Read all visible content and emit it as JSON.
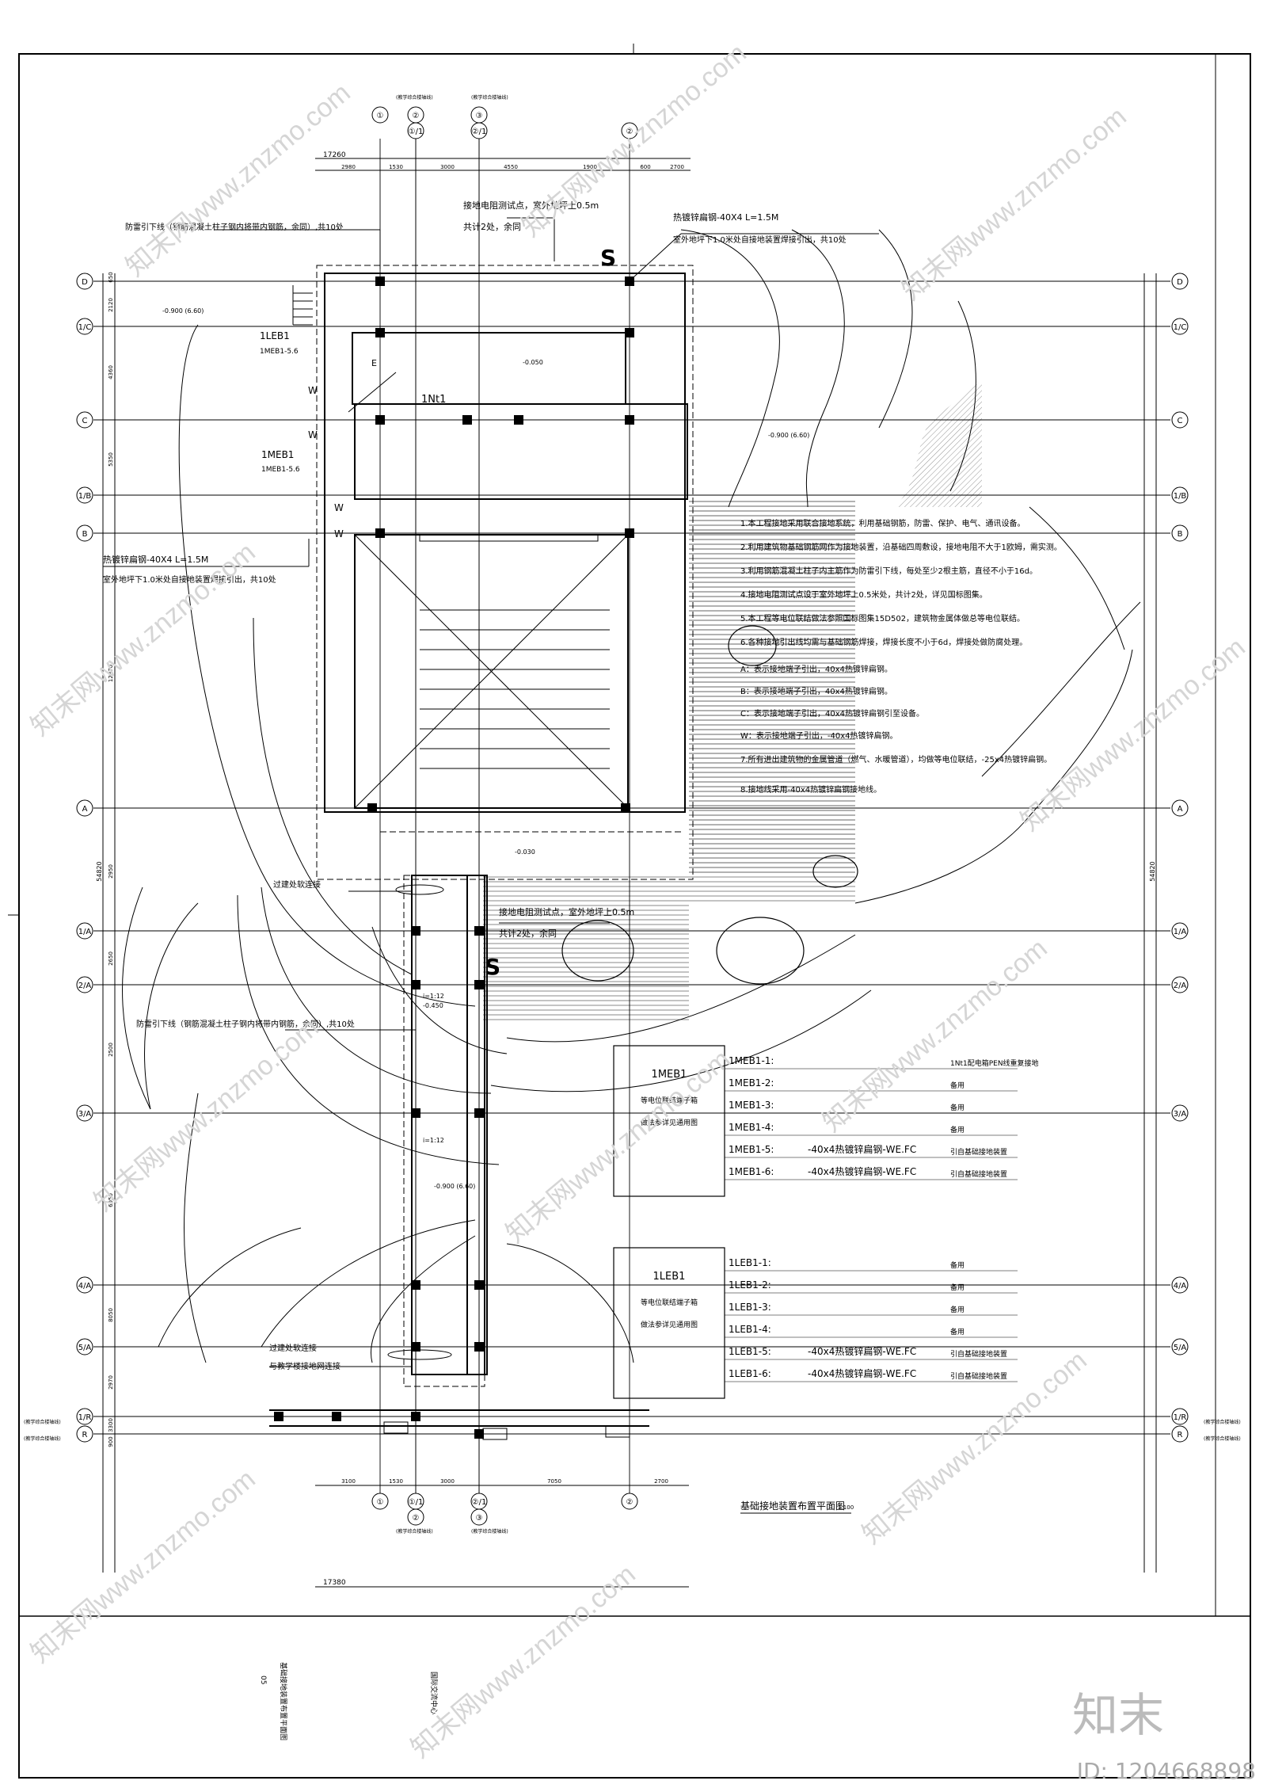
{
  "drawing_title": "基础接地装置布置平面图",
  "scale": "1:100",
  "project_name": "国际交流中心",
  "sheet_title_block": "基础接地装置布置平面图",
  "sheet_no": "05",
  "grid_top": [
    "①",
    "②",
    "①/1",
    "③",
    "②/1",
    "②"
  ],
  "grid_bottom": [
    "①",
    "②",
    "①/1",
    "③",
    "②/1",
    "②"
  ],
  "grid_rows": [
    "D",
    "1/C",
    "C",
    "1/B",
    "B",
    "A",
    "1/A",
    "2/A",
    "3/A",
    "4/A",
    "5/A",
    "1/R",
    "R"
  ],
  "dims_top": [
    "17260",
    "2980",
    "1530",
    "3000",
    "4550",
    "1900",
    "600",
    "2700"
  ],
  "dims_bottom": [
    "17380",
    "3100",
    "1530",
    "3000",
    "7050",
    "2700"
  ],
  "dims_left": [
    "650",
    "2120",
    "4360",
    "5350",
    "12870",
    "2950",
    "2650",
    "2500",
    "6050",
    "8050",
    "2970",
    "3300",
    "900"
  ],
  "dims_right_total": "54820",
  "ref_bldg": "(教学综合楼轴线)",
  "labels": {
    "downlead1": "防雷引下线（钢筋混凝土柱子钢内将带内钢筋，余同）,共10处",
    "test_point_top": "接地电阻测试点，室外地坪上0.5m",
    "test_point_top_2": "共计2处，余同",
    "steel_flat_top": "热镀锌扁钢-40X4 L=1.5M",
    "steel_flat_top_2": "室外地坪下1.0米处自接地装置焊接引出，共10处",
    "steel_flat_left": "热镀锌扁钢-40X4 L=1.5M",
    "steel_flat_left_2": "室外地坪下1.0米处自接地装置焊接引出，共10处",
    "expansion_joint": "过建处软连接",
    "downlead2": "防雷引下线（钢筋混凝土柱子钢内将带内钢筋，余同）,共10处",
    "test_point_mid": "接地电阻测试点，室外地坪上0.5m",
    "test_point_mid_2": "共计2处，余同",
    "exp_joint2": "过建处软连接",
    "exp_joint2_b": "与教学楼接地网连接",
    "leb": "1LEB1",
    "leb_sub": "1MEB1-5.6",
    "meb": "1MEB1",
    "meb_sub": "1MEB1-5.6",
    "nt": "1Nt1",
    "s_mark": "S",
    "w_mark": "W",
    "e_mark": "E",
    "elev1": "-0.900 (6.60)",
    "elev2": "-0.050",
    "elev3": "-0.030",
    "elev4": "-0.450",
    "slope1": "i=1:12",
    "slope2": "i=1:12",
    "elev5": "-0.900 (6.60)",
    "elev6": "-0.900 (6.60)"
  },
  "notes": [
    "1.本工程接地采用联合接地系统，利用基础钢筋，防雷、保护、电气、通讯设备。",
    "2.利用建筑物基础钢筋网作为接地装置，沿基础四周敷设，接地电阻不大于1欧姆，需实测。",
    "3.利用钢筋混凝土柱子内主筋作为防雷引下线，每处至少2根主筋，直径不小于16d。",
    "4.接地电阻测试点设于室外地坪上0.5米处，共计2处，详见国标图集。",
    "5.本工程等电位联结做法参照国标图集15D502，建筑物金属体做总等电位联结。",
    "6.各种接地引出线均需与基础钢筋焊接，焊接长度不小于6d，焊接处做防腐处理。",
    "A：表示接地端子引出，40x4热镀锌扁钢。",
    "B：表示接地端子引出，40x4热镀锌扁钢。",
    "C：表示接地端子引出，40x4热镀锌扁钢引至设备。",
    "W：表示接地端子引出，-40x4热镀锌扁钢。",
    "7.所有进出建筑物的金属管道（燃气、水暖管道），均做等电位联结，-25x4热镀锌扁钢。",
    "8.接地线采用-40x4热镀锌扁钢接地线。"
  ],
  "meb_box": {
    "title": "1MEB1",
    "sub1": "等电位联结端子箱",
    "sub2": "做法参详见通用图",
    "rows": [
      {
        "k": "1MEB1-1:",
        "v": "",
        "note": "1Nt1配电箱PEN线重复接地"
      },
      {
        "k": "1MEB1-2:",
        "v": "",
        "note": "备用"
      },
      {
        "k": "1MEB1-3:",
        "v": "",
        "note": "备用"
      },
      {
        "k": "1MEB1-4:",
        "v": "",
        "note": "备用"
      },
      {
        "k": "1MEB1-5:",
        "v": "-40x4热镀锌扁钢-WE.FC",
        "note": "引自基础接地装置"
      },
      {
        "k": "1MEB1-6:",
        "v": "-40x4热镀锌扁钢-WE.FC",
        "note": "引自基础接地装置"
      }
    ]
  },
  "leb_box": {
    "title": "1LEB1",
    "sub1": "等电位联结端子箱",
    "sub2": "做法参详见通用图",
    "rows": [
      {
        "k": "1LEB1-1:",
        "v": "",
        "note": "备用"
      },
      {
        "k": "1LEB1-2:",
        "v": "",
        "note": "备用"
      },
      {
        "k": "1LEB1-3:",
        "v": "",
        "note": "备用"
      },
      {
        "k": "1LEB1-4:",
        "v": "",
        "note": "备用"
      },
      {
        "k": "1LEB1-5:",
        "v": "-40x4热镀锌扁钢-WE.FC",
        "note": "引自基础接地装置"
      },
      {
        "k": "1LEB1-6:",
        "v": "-40x4热镀锌扁钢-WE.FC",
        "note": "引自基础接地装置"
      }
    ]
  },
  "brand": "知末",
  "id_text": "ID: 1204668898",
  "watermark": "知末网www.znzmo.com"
}
